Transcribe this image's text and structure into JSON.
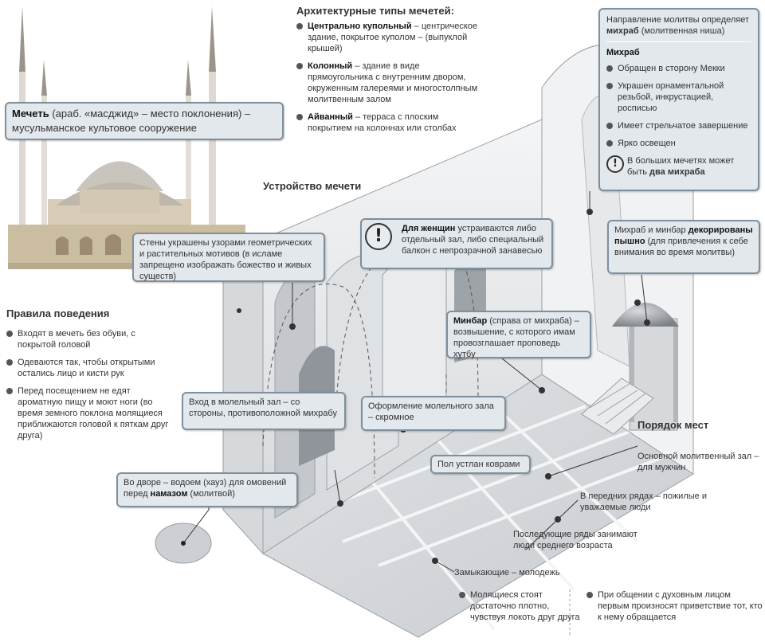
{
  "types": {
    "title": "Архитектурные типы мечетей:",
    "items": [
      {
        "term": "Центрально купольный",
        "text": " – центрическое здание, покрытое куполом – (выпуклой крышей)"
      },
      {
        "term": "Колонный",
        "text": " – здание в виде прямоугольника с внутренним двором, окруженным галереями и многостолпным молитвенным залом"
      },
      {
        "term": "Айванный",
        "text": " – терраса с плоским покрытием на колоннах или столбах"
      }
    ]
  },
  "mosque_def": {
    "term": "Мечеть",
    "text": " (араб. «масджид» – место поклонения) – мусульманское культовое сооружение"
  },
  "structure_title": "Устройство мечети",
  "rules": {
    "title": "Правила поведения",
    "items": [
      "Входят в мечеть без обуви, с покрытой головой",
      "Одеваются так, чтобы открытыми остались лицо и кисти рук",
      "Перед посещением не едят ароматную пищу и моют ноги (во время земного поклона молящиеся прибли­жаются головой к пяткам друг друга)"
    ]
  },
  "callouts": {
    "walls": "Стены украшены узорами геометрических и растительных мотивов (в исламе запрещено изображать божество и живых существ)",
    "women_term": "Для женщин",
    "women_text": " устраиваются либо отдельный зал, либо специальный балкон с непрозрачной занавесью",
    "entrance": "Вход в молельный зал – со стороны, противоположной михрабу",
    "decor": "Оформление молельного зала – скромное",
    "carpets": "Пол устлан коврами",
    "pool_a": "Во дворе – водоем (хауз) для омовений перед ",
    "pool_term": "намазом",
    "pool_b": " (молитвой)",
    "minbar_term": "Минбар",
    "minbar_text": " (справа от михраба) – возвышение, с которого имам провозглашает проповедь хутбу",
    "decorated_a": "Михраб и минбар ",
    "decorated_term": "декорированы пышно",
    "decorated_b": " (для привлечения к себе внимания во время молитвы)"
  },
  "mihrab_panel": {
    "intro_a": "Направление молитвы определяет ",
    "intro_term": "михраб",
    "intro_b": " (молитвенная ниша)",
    "title": "Михраб",
    "items": [
      "Обращен в сторону Мекки",
      "Украшен орнаментальной резьбой, инкрустацией, росписью",
      "Имеет стрельчатое завершение",
      "Ярко освещен"
    ],
    "note_a": "В больших мечетях может быть ",
    "note_term": "два михраба"
  },
  "order": {
    "title": "Порядок мест",
    "main_hall": "Основной молитвенный зал – для мужчин",
    "front_rows": "В передних рядах – пожилые и уважаемые люди",
    "last_rows": "Последующие ряды занимают люди среднего возраста",
    "closing": "Замыкающие – молодежь"
  },
  "bottom_notes": {
    "left": "Молящиеся стоят достаточно плотно, чувствуя локоть друг друга",
    "right": "При общении с духовным лицом первым произносят приветствие тот, кто к нему обращается"
  },
  "excl_symbol": "!",
  "colors": {
    "box_fill": "#e3e8ed",
    "box_border": "#7f8f9c",
    "building_light": "#eceef0",
    "building_mid": "#c9cdd1",
    "building_dark": "#a9aeb3"
  }
}
